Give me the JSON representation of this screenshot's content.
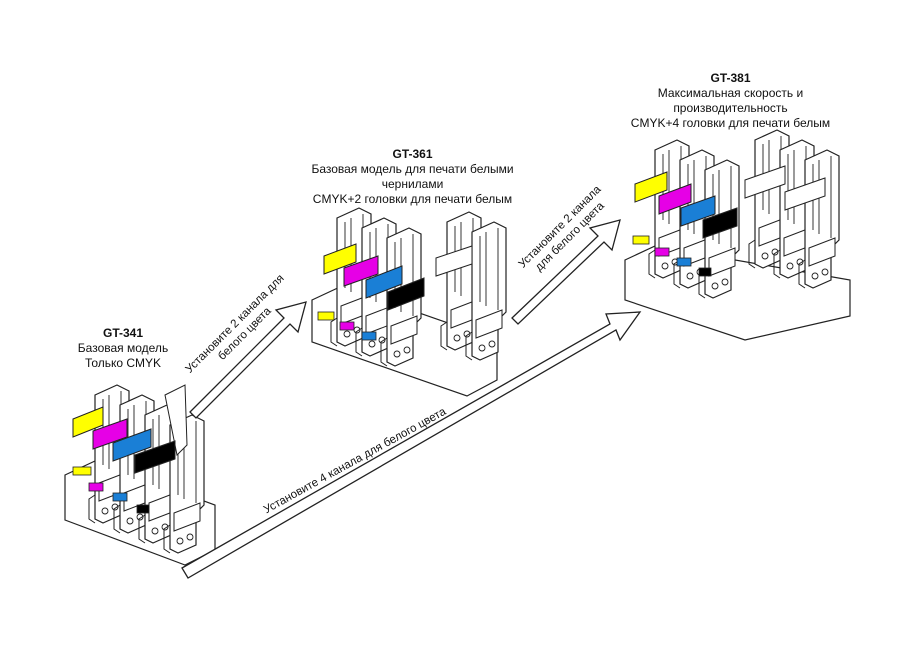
{
  "colors": {
    "yellow": "#ffff00",
    "magenta": "#e600e6",
    "cyan": "#1a7fd6",
    "black": "#000000",
    "white_ink": "#ffffff",
    "outline": "#222222"
  },
  "models": [
    {
      "title": "GT-341",
      "lines": [
        "Базовая модель",
        "Только CMYK"
      ]
    },
    {
      "title": "GT-361",
      "lines": [
        "Базовая модель для печати белыми",
        "чернилами",
        "CMYK+2 головки для печати белым"
      ]
    },
    {
      "title": "GT-381",
      "lines": [
        "Максимальная скорость и",
        "производительность",
        "CMYK+4 головки для печати белым"
      ]
    }
  ],
  "arrows": [
    {
      "text_lines": [
        "Установите 2 канала для",
        "белого цвета"
      ]
    },
    {
      "text_lines": [
        "Установите 2 канала",
        "для белого цвета"
      ]
    },
    {
      "text_lines": [
        "Установите 4 канала для белого цвета"
      ]
    }
  ]
}
